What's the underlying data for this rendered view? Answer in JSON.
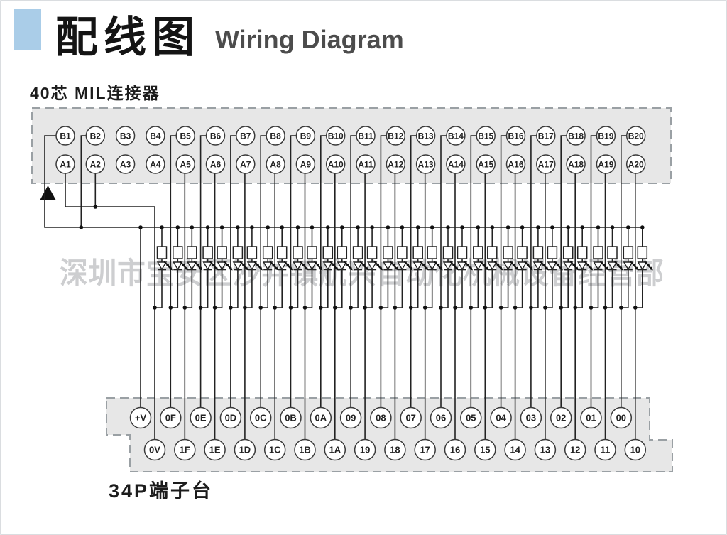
{
  "page": {
    "title_cn": "配线图",
    "title_en": "Wiring Diagram",
    "connector_label": "40芯 MIL连接器",
    "terminal_label": "34P端子台",
    "watermark": "深圳市宝安区沙井镇航兴自动化机械设备经营部"
  },
  "colors": {
    "accent_blue": "#aacde8",
    "box_fill": "#e7e7e7",
    "box_border": "#9aa0a4",
    "wire": "#222222",
    "title_en_gray": "#4c4c4c",
    "watermark_gray": "#cdced0"
  },
  "connector": {
    "row_b": [
      "B1",
      "B2",
      "B3",
      "B4",
      "B5",
      "B6",
      "B7",
      "B8",
      "B9",
      "B10",
      "B11",
      "B12",
      "B13",
      "B14",
      "B15",
      "B16",
      "B17",
      "B18",
      "B19",
      "B20"
    ],
    "row_a": [
      "A1",
      "A2",
      "A3",
      "A4",
      "A5",
      "A6",
      "A7",
      "A8",
      "A9",
      "A10",
      "A11",
      "A12",
      "A13",
      "A14",
      "A15",
      "A16",
      "A17",
      "A18",
      "A19",
      "A20"
    ]
  },
  "terminal": {
    "row_top": [
      "+V",
      "0F",
      "0E",
      "0D",
      "0C",
      "0B",
      "0A",
      "09",
      "08",
      "07",
      "06",
      "05",
      "04",
      "03",
      "02",
      "01",
      "00"
    ],
    "row_bottom": [
      "0V",
      "1F",
      "1E",
      "1D",
      "1C",
      "1B",
      "1A",
      "19",
      "18",
      "17",
      "16",
      "15",
      "14",
      "13",
      "12",
      "11",
      "10"
    ]
  },
  "connections": {
    "plus_v_from": [
      "B1",
      "B2"
    ],
    "zero_v_from": [
      "A1",
      "A2"
    ],
    "unconnected_pins": [
      "B3",
      "B4",
      "A3",
      "A4"
    ],
    "power_led_branch": "+V bus to 0V line",
    "pin_terminal_pairs": [
      [
        "B5",
        "0F"
      ],
      [
        "B6",
        "0E"
      ],
      [
        "B7",
        "0D"
      ],
      [
        "B8",
        "0C"
      ],
      [
        "B9",
        "0B"
      ],
      [
        "B10",
        "0A"
      ],
      [
        "B11",
        "09"
      ],
      [
        "B12",
        "08"
      ],
      [
        "B13",
        "07"
      ],
      [
        "B14",
        "06"
      ],
      [
        "B15",
        "05"
      ],
      [
        "B16",
        "04"
      ],
      [
        "B17",
        "03"
      ],
      [
        "B18",
        "02"
      ],
      [
        "B19",
        "01"
      ],
      [
        "B20",
        "00"
      ],
      [
        "A5",
        "1F"
      ],
      [
        "A6",
        "1E"
      ],
      [
        "A7",
        "1D"
      ],
      [
        "A8",
        "1C"
      ],
      [
        "A9",
        "1B"
      ],
      [
        "A10",
        "1A"
      ],
      [
        "A11",
        "19"
      ],
      [
        "A12",
        "18"
      ],
      [
        "A13",
        "17"
      ],
      [
        "A14",
        "16"
      ],
      [
        "A15",
        "15"
      ],
      [
        "A16",
        "14"
      ],
      [
        "A17",
        "13"
      ],
      [
        "A18",
        "12"
      ],
      [
        "A19",
        "11"
      ],
      [
        "A20",
        "10"
      ]
    ]
  }
}
